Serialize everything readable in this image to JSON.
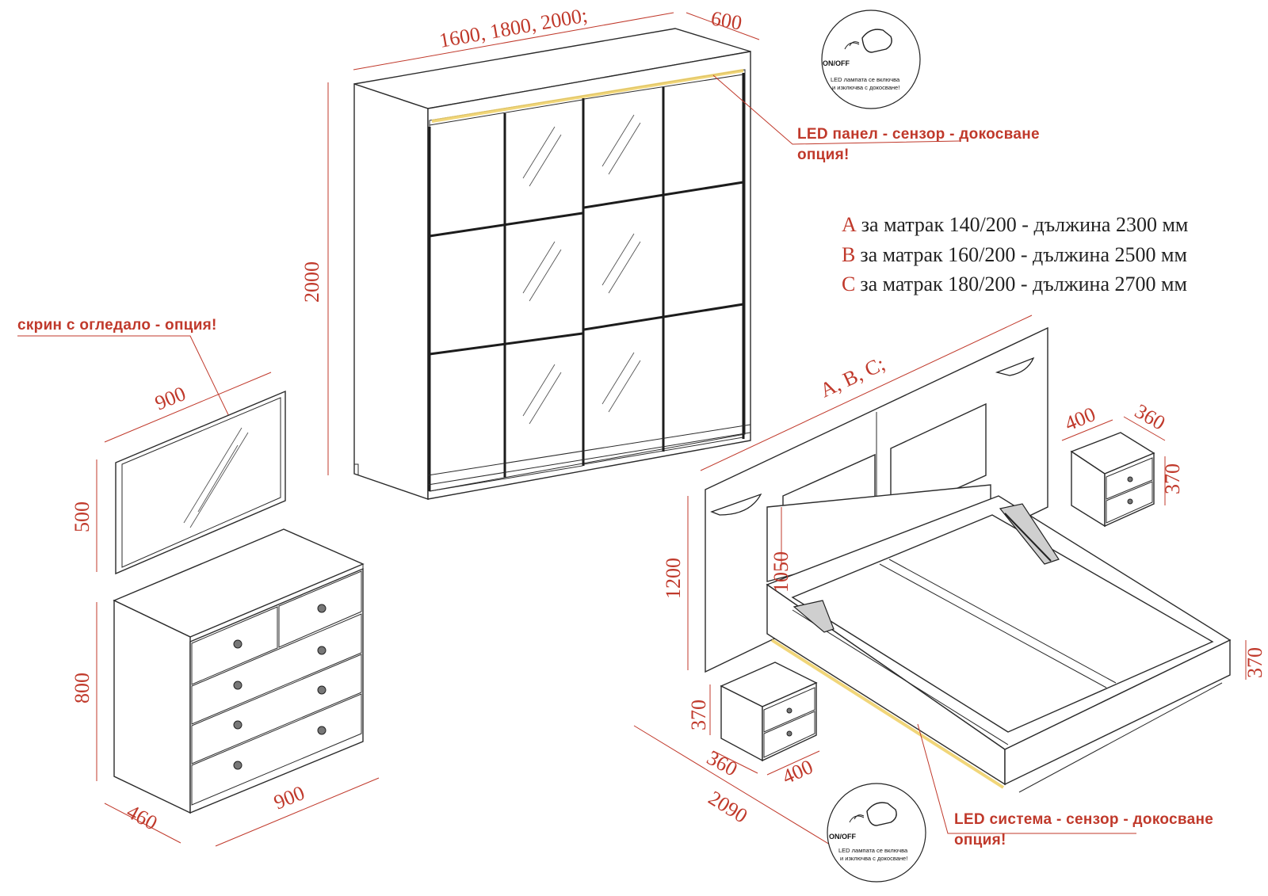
{
  "wardrobe": {
    "width_label": "1600, 1800, 2000;",
    "depth_label": "600",
    "height_label": "2000",
    "led_note_line1": "LED панел - сензор - докосване",
    "led_note_line2": "опция!"
  },
  "badge_top": {
    "onoff": "ON/OFF",
    "line1": "LED лампата се включва",
    "line2": "и изключва с докосване!"
  },
  "badge_bottom": {
    "onoff": "ON/OFF",
    "line1": "LED лампата се включва",
    "line2": "и изключва с докосване!"
  },
  "bed_legend": [
    {
      "letter": "A",
      "text": "за матрак 140/200 - дължина 2300 мм"
    },
    {
      "letter": "B",
      "text": "за матрак 160/200 - дължина 2500 мм"
    },
    {
      "letter": "C",
      "text": "за матрак 180/200 - дължина 2700 мм"
    }
  ],
  "dresser": {
    "mirror_note": "скрин с огледало - опция!",
    "mirror_width": "900",
    "mirror_height": "500",
    "height": "800",
    "depth": "460",
    "width": "900"
  },
  "bed": {
    "length_label": "A, B, C;",
    "headboard_height": "1200",
    "inner_height": "1050",
    "side_height": "370",
    "width": "2090",
    "led_note_line1": "LED система - сензор - докосване",
    "led_note_line2": "опция!"
  },
  "nightstand_right": {
    "width": "400",
    "depth": "360",
    "height": "370"
  },
  "nightstand_left": {
    "height": "370",
    "depth": "360",
    "width": "400"
  },
  "colors": {
    "accent": "#c0392b",
    "line": "#2b2b2b",
    "led": "#f0d26a"
  }
}
